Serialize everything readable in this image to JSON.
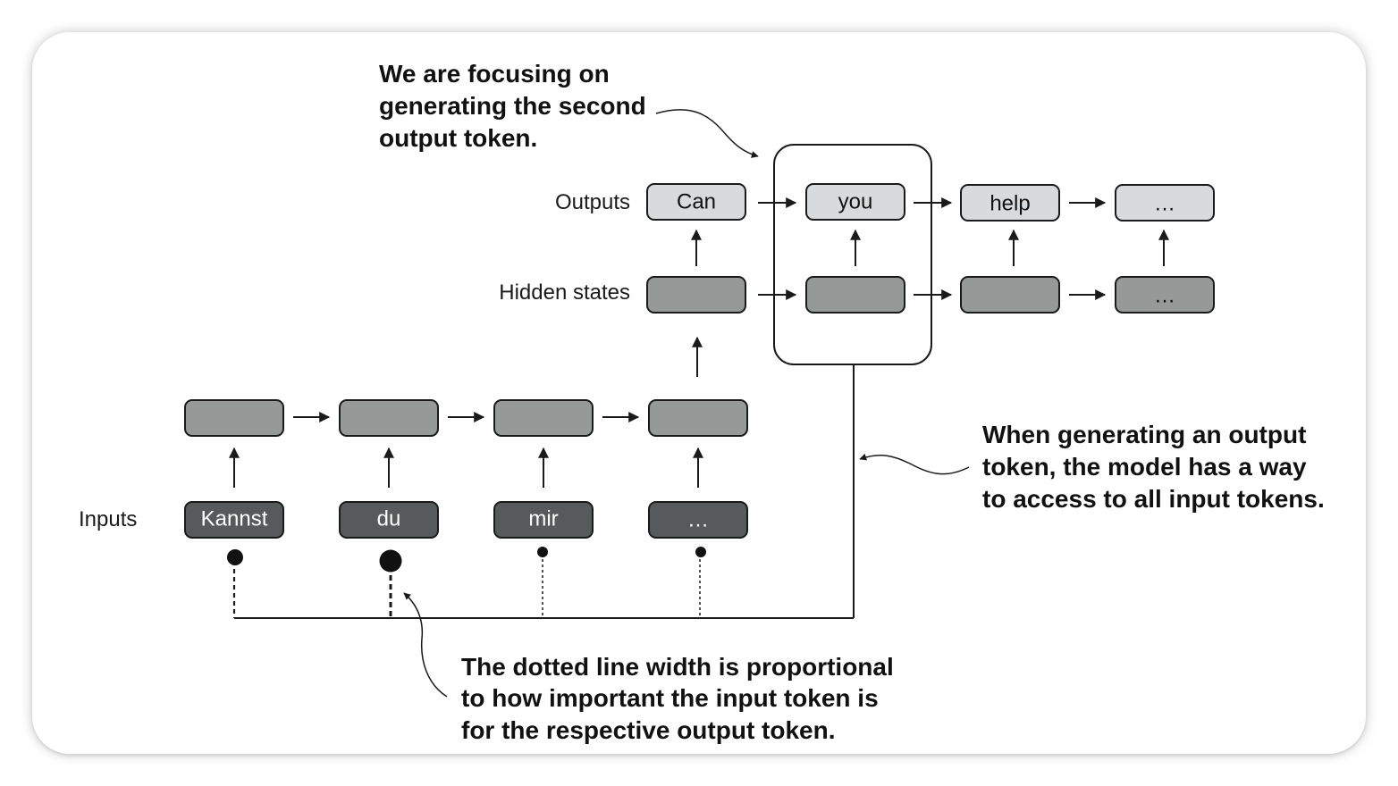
{
  "row_labels": {
    "outputs": "Outputs",
    "hidden_states": "Hidden states",
    "inputs": "Inputs"
  },
  "outputs": [
    "Can",
    "you",
    "help",
    "…"
  ],
  "hidden_states": [
    "",
    "",
    "",
    "…"
  ],
  "encoder_states": [
    "",
    "",
    "",
    ""
  ],
  "inputs": [
    "Kannst",
    "du",
    "mir",
    "…"
  ],
  "attention_dot_size": [
    "medium",
    "large",
    "small",
    "small"
  ],
  "annotations": {
    "focus": [
      "We are focusing on",
      "generating the second",
      "output token."
    ],
    "access": [
      "When generating an output",
      "token, the model has a way",
      "to access to all input tokens."
    ],
    "dotted": [
      "The dotted line width is proportional",
      "to how important the input token is",
      "for the respective output token."
    ]
  },
  "colors": {
    "output_fill": "#d9dadb",
    "hidden_fill": "#959997",
    "input_fill": "#575a5b",
    "stroke": "#1a1a1a"
  }
}
